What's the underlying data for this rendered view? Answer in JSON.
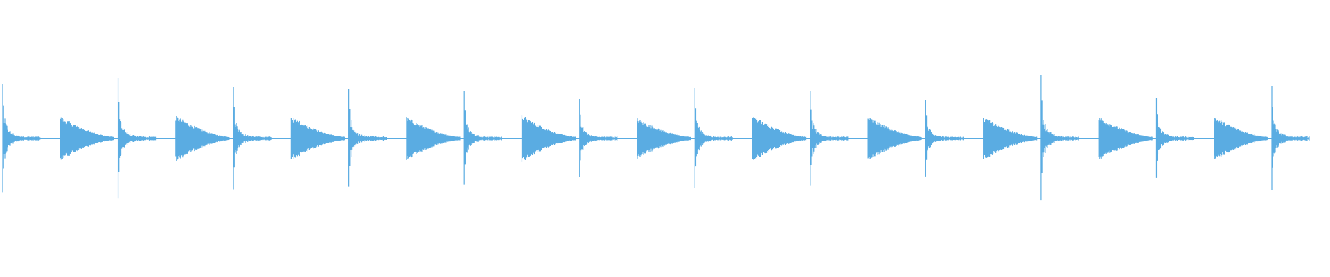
{
  "waveform": {
    "color": "#5aace2",
    "background": "#ffffff",
    "hits": [
      {
        "kind": "click",
        "amp": 0.79
      },
      {
        "kind": "swell",
        "amp": 0.3
      },
      {
        "kind": "click",
        "amp": 0.88
      },
      {
        "kind": "swell",
        "amp": 0.31
      },
      {
        "kind": "click",
        "amp": 0.75
      },
      {
        "kind": "swell",
        "amp": 0.3
      },
      {
        "kind": "click",
        "amp": 0.71
      },
      {
        "kind": "swell",
        "amp": 0.29
      },
      {
        "kind": "click",
        "amp": 0.68
      },
      {
        "kind": "swell",
        "amp": 0.32
      },
      {
        "kind": "click",
        "amp": 0.57
      },
      {
        "kind": "swell",
        "amp": 0.27
      },
      {
        "kind": "click",
        "amp": 0.73
      },
      {
        "kind": "swell",
        "amp": 0.31
      },
      {
        "kind": "click",
        "amp": 0.69
      },
      {
        "kind": "swell",
        "amp": 0.3
      },
      {
        "kind": "click",
        "amp": 0.56
      },
      {
        "kind": "swell",
        "amp": 0.29
      },
      {
        "kind": "click",
        "amp": 0.91
      },
      {
        "kind": "swell",
        "amp": 0.3
      },
      {
        "kind": "click",
        "amp": 0.58
      },
      {
        "kind": "swell",
        "amp": 0.3
      },
      {
        "kind": "click",
        "amp": 0.76
      }
    ]
  }
}
